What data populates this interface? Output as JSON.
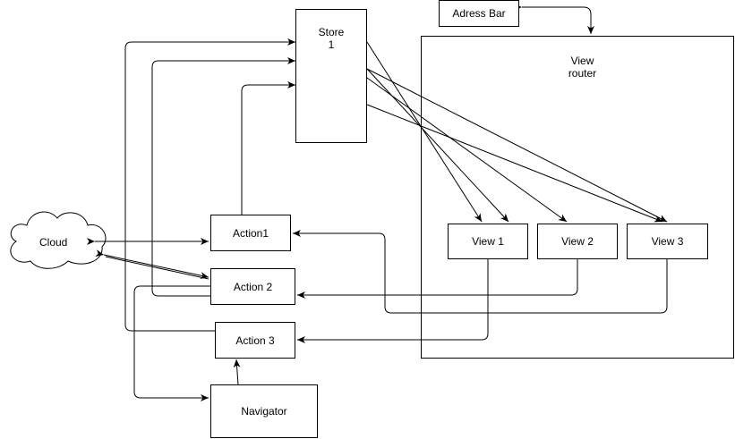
{
  "nodes": {
    "store": "Store\n1",
    "adress_bar": "Adress Bar",
    "view_router": "View\nrouter",
    "view1": "View 1",
    "view2": "View 2",
    "view3": "View 3",
    "action1": "Action1",
    "action2": "Action 2",
    "action3": "Action 3",
    "navigator": "Navigator",
    "cloud": "Cloud"
  }
}
